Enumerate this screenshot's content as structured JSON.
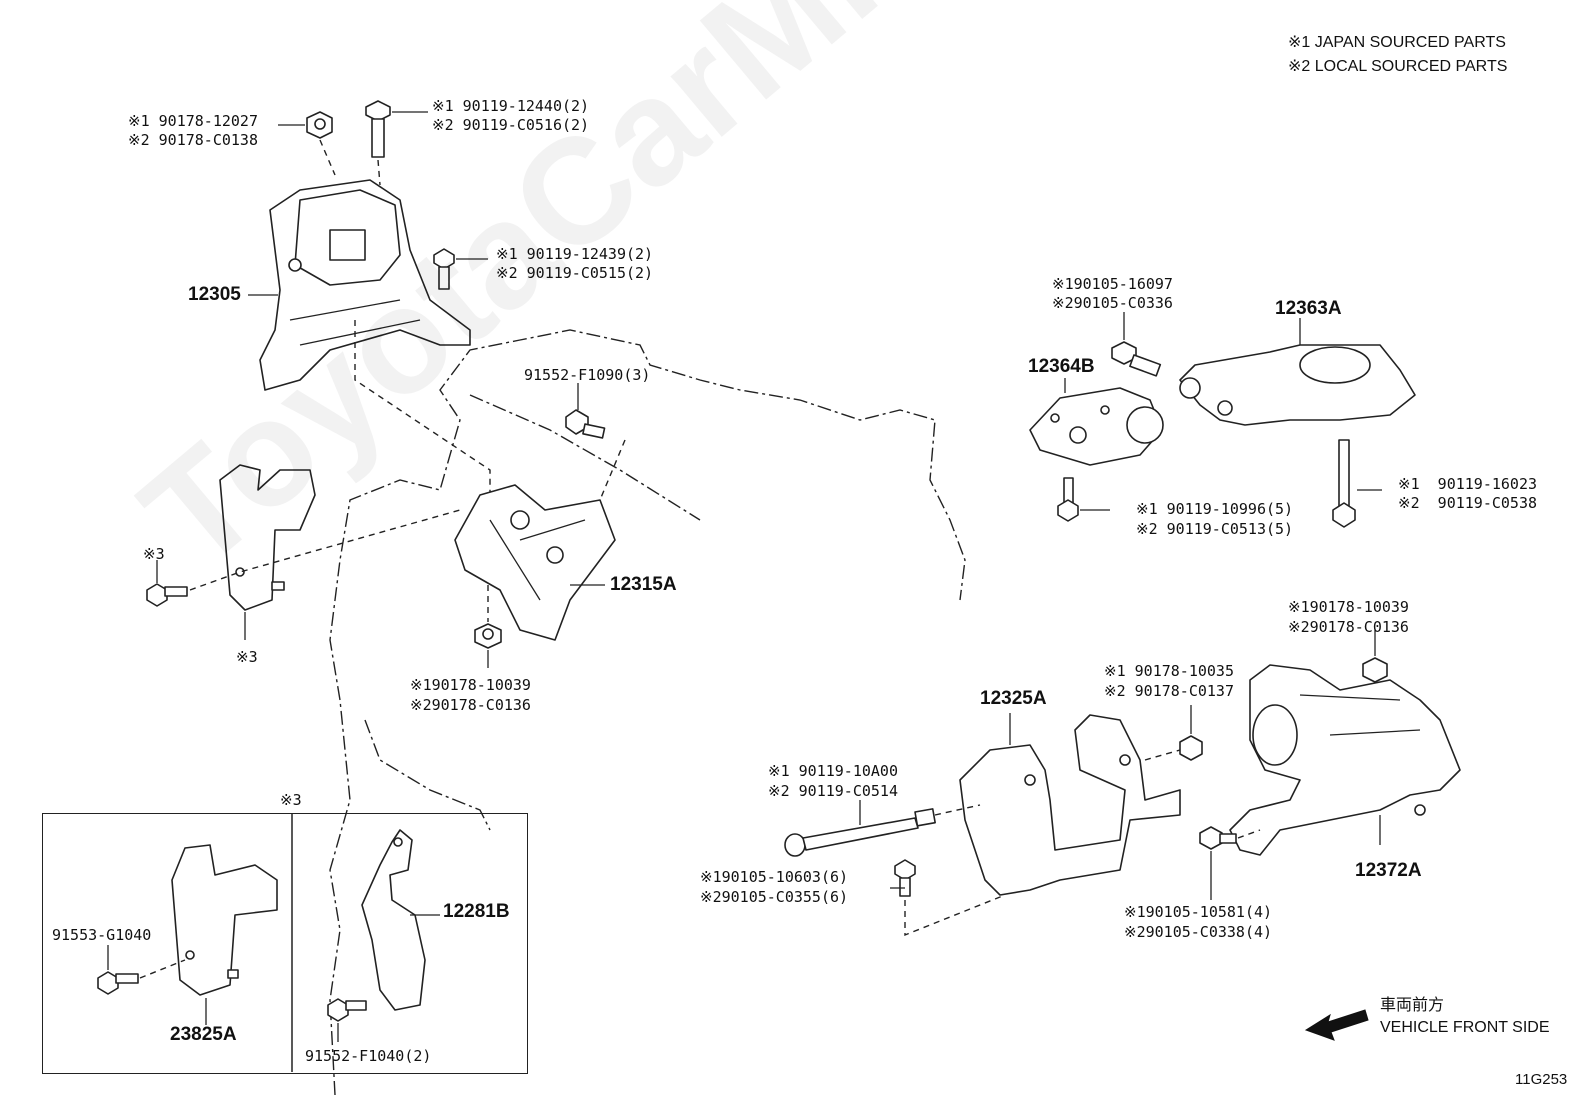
{
  "legend": {
    "line1": "※1 JAPAN SOURCED PARTS",
    "line2": "※2 LOCAL SOURCED PARTS"
  },
  "watermark": "ToyotaCarMire.ru",
  "parts": {
    "p12305": "12305",
    "p12315A": "12315A",
    "p12363A": "12363A",
    "p12364B": "12364B",
    "p12325A": "12325A",
    "p12372A": "12372A",
    "p12281B": "12281B",
    "p23825A": "23825A"
  },
  "callouts": {
    "nut_top_1": "※1 90178-12027",
    "nut_top_2": "※2 90178-C0138",
    "bolt_top_1": "※1 90119-12440(2)",
    "bolt_top_2": "※2 90119-C0516(2)",
    "bolt_mid_1": "※1 90119-12439(2)",
    "bolt_mid_2": "※2 90119-C0515(2)",
    "bolt_91552_f1090": "91552-F1090(3)",
    "mark3_bolt": "※3",
    "mark3_bracket": "※3",
    "nut_12315_1": "※190178-10039",
    "nut_12315_2": "※290178-C0136",
    "bolt_12364_1": "※190105-16097",
    "bolt_12364_2": "※290105-C0336",
    "bolt_12364_low_1": "※1 90119-10996(5)",
    "bolt_12364_low_2": "※2 90119-C0513(5)",
    "bolt_12363_1": "※1  90119-16023",
    "bolt_12363_2": "※2  90119-C0538",
    "nut_12372_1": "※190178-10039",
    "nut_12372_2": "※290178-C0136",
    "nut_12325_1": "※1 90178-10035",
    "nut_12325_2": "※2 90178-C0137",
    "longbolt_1": "※1 90119-10A00",
    "longbolt_2": "※2 90119-C0514",
    "bolt_12325_low_1": "※190105-10603(6)",
    "bolt_12325_low_2": "※290105-C0355(6)",
    "bolt_12372_low_1": "※190105-10581(4)",
    "bolt_12372_low_2": "※290105-C0338(4)",
    "inset_mark": "※3",
    "inset_bolt_left": "91553-G1040",
    "inset_bolt_right": "91552-F1040(2)"
  },
  "direction": {
    "jp": "車両前方",
    "en": "VEHICLE FRONT SIDE"
  },
  "figure_code": "11G253"
}
